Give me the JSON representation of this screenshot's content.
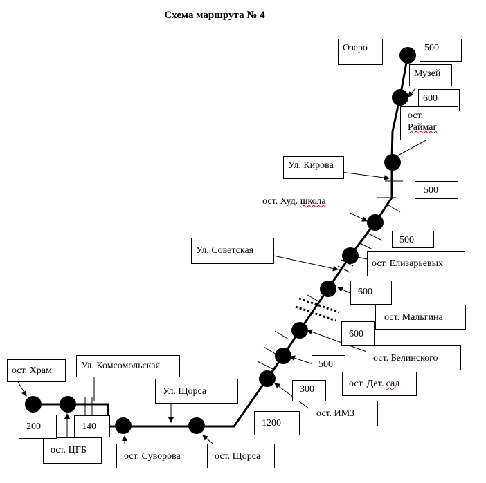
{
  "title": "Схема маршрута № 4",
  "labels": {
    "lake": "Озеро",
    "museum": "Музей",
    "raymag_prefix": "ост.",
    "raymag_name": "Раймаг",
    "kirova": "Ул. Кирова",
    "hud_school_prefix": "ост. Худ. ",
    "hud_school_word": "школа",
    "sovetskaya": "Ул. Советская",
    "elizaryevykh": "ост. Елизарьевых",
    "malgina": "ост. Мальгина",
    "belinskogo": "ост. Белинского",
    "det_sad_prefix": "ост. Дет. ",
    "det_sad_word": "сад",
    "imz": "ост. ИМЗ",
    "shchorsa_stop": "ост. Щорса",
    "shchorsa_street": "Ул. Щорса",
    "suvorova": "ост. Суворова",
    "tsgb": "ост. ЦГБ",
    "hram": "ост. Храм",
    "komsomolskaya": "Ул. Комсомольская"
  },
  "distances": {
    "d_top": "500",
    "d_museum": "600",
    "d_kirova": "500",
    "d_sovetskaya": "500",
    "d_malgina_upper": "600",
    "d_malgina_lower": "600",
    "d_belinskogo": "500",
    "d_imz": "300",
    "d_long": "1200",
    "d_tsgb": "140",
    "d_hram": "200"
  }
}
